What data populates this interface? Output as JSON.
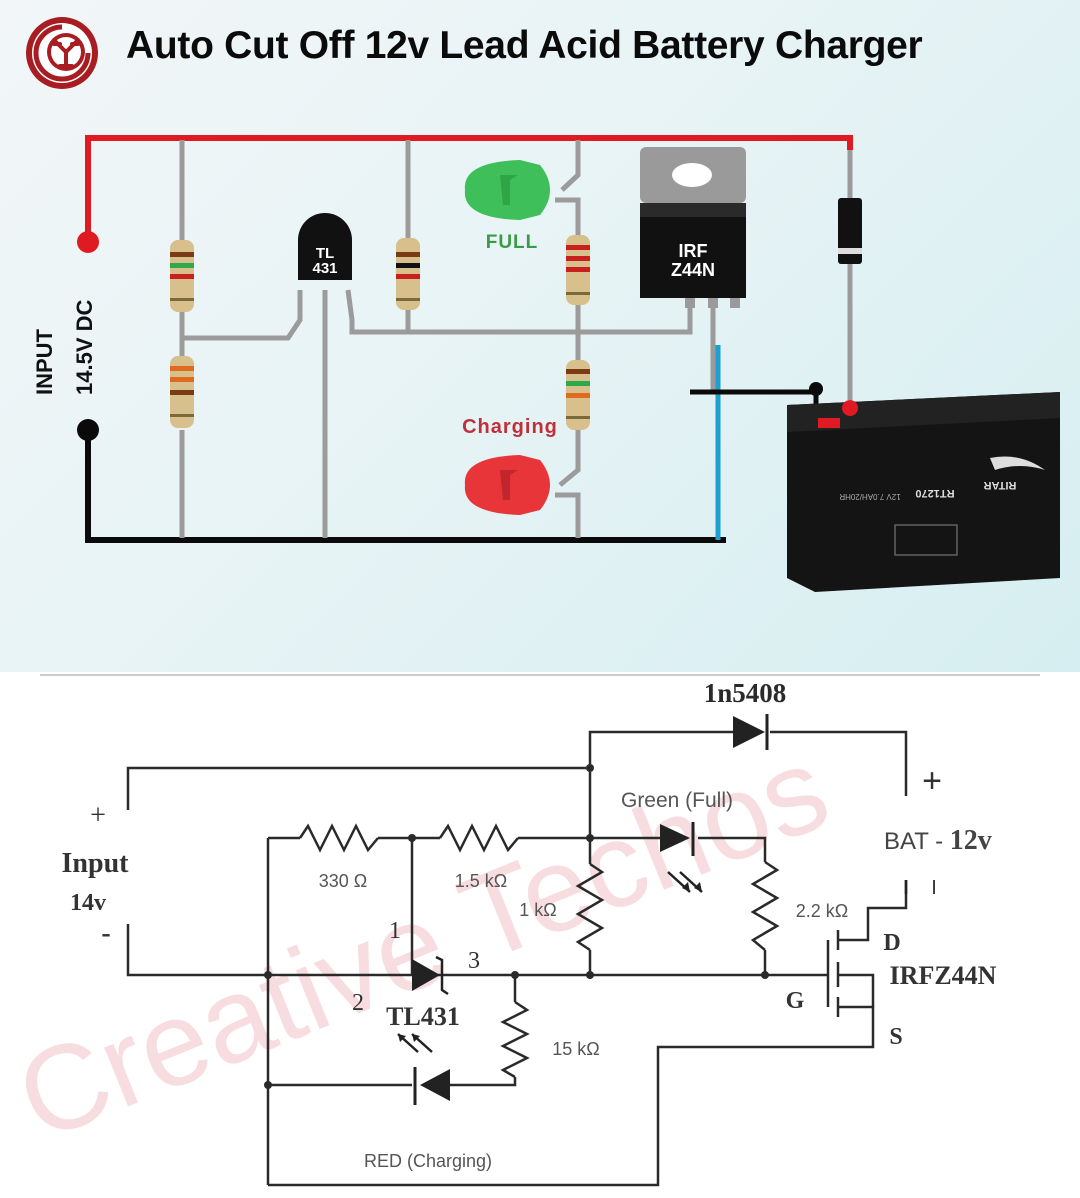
{
  "header": {
    "title": "Auto Cut Off 12v Lead Acid Battery Charger",
    "logo_icon": "creative-techos-logo-icon"
  },
  "pictorial": {
    "input_label": "INPUT",
    "input_voltage": "14.5V DC",
    "ic_label_line1": "TL",
    "ic_label_line2": "431",
    "mosfet_label_line1": "IRF",
    "mosfet_label_line2": "Z44N",
    "led_full_label": "FULL",
    "led_charging_label": "Charging",
    "battery_brand": "RITAR",
    "battery_model": "RT1270",
    "battery_rating": "12V 7.0AH/20HR",
    "colors": {
      "positive_wire": "#e01a22",
      "negative_wire": "#0a0a0a",
      "signal_wire": "#9b9b9b",
      "drain_wire": "#1ea0cf",
      "led_full": "#3fbf5a",
      "led_charging": "#e8353a",
      "full_text": "#3a9a4a",
      "charging_text": "#c0303a"
    }
  },
  "schematic": {
    "diode_label": "1n5408",
    "input_plus": "+",
    "input_minus": "-",
    "input_label": "Input",
    "input_voltage": "14v",
    "r1_label": "330 Ω",
    "r2_label": "1.5 kΩ",
    "r3_label": "1 kΩ",
    "r4_label": "2.2 kΩ",
    "r5_label": "15 kΩ",
    "green_led_label": "Green (Full)",
    "red_led_label": "RED (Charging)",
    "tl431_label": "TL431",
    "pin1": "1",
    "pin2": "2",
    "pin3": "3",
    "bat_plus": "+",
    "bat_label": "BAT - ",
    "bat_voltage": "12v",
    "bat_minus": "I",
    "mosfet_label": "IRFZ44N",
    "pin_d": "D",
    "pin_g": "G",
    "pin_s": "S",
    "watermark": "Creative Techos"
  }
}
